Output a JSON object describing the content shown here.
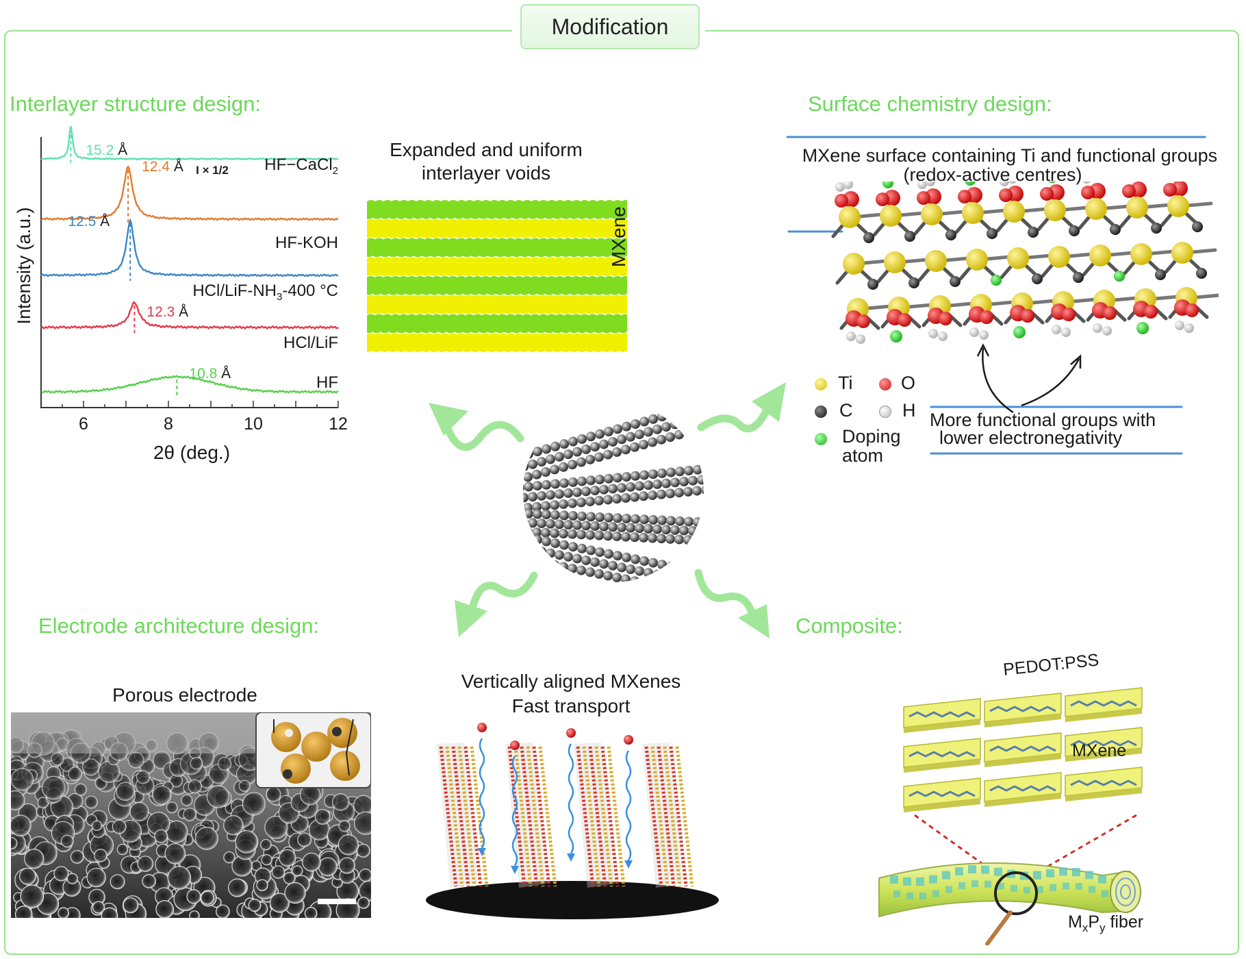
{
  "header": {
    "title": "Modification"
  },
  "sections": {
    "interlayer": "Interlayer structure design:",
    "surface": "Surface chemistry design:",
    "electrode": "Electrode architecture design:",
    "composite": "Composite:"
  },
  "interlayer_panel": {
    "stack_title_line1": "Expanded and uniform",
    "stack_title_line2": "interlayer voids",
    "stack_side_label": "MXene"
  },
  "surface_panel": {
    "title_line1": "MXene surface containing Ti and functional groups",
    "title_line2": "(redox-active centres)",
    "legend": [
      {
        "symbol": "Ti",
        "color": "#e8d000"
      },
      {
        "symbol": "O",
        "color": "#e02020"
      },
      {
        "symbol": "C",
        "color": "#222222"
      },
      {
        "symbol": "H",
        "color": "#eeeeee"
      },
      {
        "symbol_line1": "Doping",
        "symbol_line2": "atom",
        "color": "#2ec82e"
      }
    ],
    "note_line1": "More functional groups with",
    "note_line2": "lower electronegativity"
  },
  "electrode_panel": {
    "porous_label": "Porous electrode",
    "vertical_line1": "Vertically aligned MXenes",
    "vertical_line2": "Fast transport"
  },
  "composite_panel": {
    "pedot_label": "PEDOT:PSS",
    "mxene_label": "MXene",
    "fiber_label_main": "M",
    "fiber_label_sub1": "x",
    "fiber_label_mid": "P",
    "fiber_label_sub2": "y",
    "fiber_label_tail": " fiber"
  },
  "chart_data": {
    "type": "line",
    "title": "",
    "xlabel": "2θ (deg.)",
    "ylabel": "Intensity (a.u.)",
    "xlim": [
      5,
      12
    ],
    "xticks": [
      6,
      8,
      10,
      12
    ],
    "scale_note": "I × 1/2",
    "series": [
      {
        "name": "HF–CaCl2",
        "label_main": "HF−CaCl",
        "label_sub": "2",
        "peak_x": 5.7,
        "d_spacing": "15.2 Å",
        "color": "#5fe0b0"
      },
      {
        "name": "HF-KOH",
        "label_main": "HF-KOH",
        "label_sub": "",
        "peak_x": 7.05,
        "d_spacing": "12.4 Å",
        "color": "#e07a2e"
      },
      {
        "name": "HCl/LiF-NH3-400 °C",
        "label_main": "HCl/LiF-NH",
        "label_sub": "3",
        "label_tail": "-400 °C",
        "peak_x": 7.1,
        "d_spacing": "12.5 Å",
        "color": "#3a86c8"
      },
      {
        "name": "HCl/LiF",
        "label_main": "HCl/LiF",
        "label_sub": "",
        "peak_x": 7.2,
        "d_spacing": "12.3 Å",
        "color": "#e23b4a"
      },
      {
        "name": "HF",
        "label_main": "HF",
        "label_sub": "",
        "peak_x": 8.2,
        "d_spacing": "10.8 Å",
        "color": "#56d04a"
      }
    ]
  }
}
